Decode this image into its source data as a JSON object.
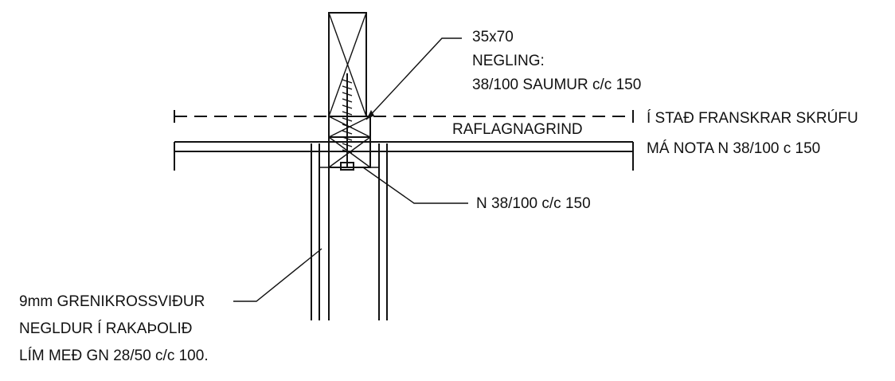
{
  "labels": {
    "member_size": "35x70",
    "nailing_heading": "NEGLING:",
    "nailing_spec": "38/100 SAUMUR c/c 150",
    "grid_label": "RAFLAGNAGRIND",
    "screw_alt_line1": "Í STAÐ FRANSKRAR SKRÚFU",
    "screw_alt_line2": "MÁ NOTA N 38/100 c 150",
    "nail_spec": "N 38/100 c/c 150",
    "plywood_line1": "9mm GRENIKROSSVIÐUR",
    "plywood_line2": "NEGLDUR Í RAKAÞOLIÐ",
    "plywood_line3": "LÍM MEÐ GN 28/50 c/c 100."
  },
  "colors": {
    "ink": "#111111",
    "paper": "#ffffff"
  }
}
